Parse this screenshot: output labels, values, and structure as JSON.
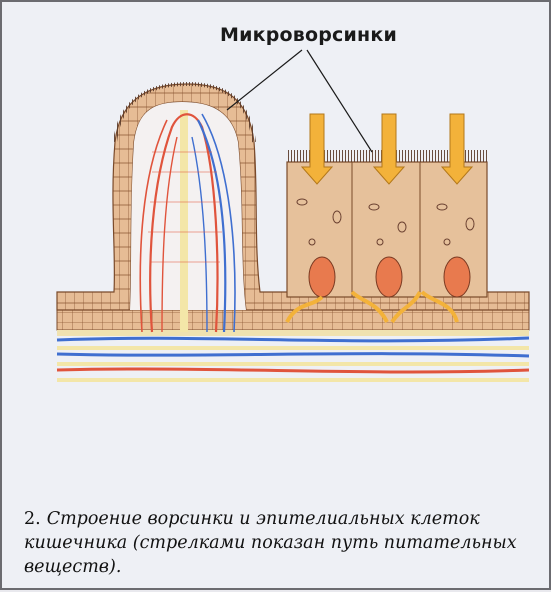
{
  "figure": {
    "label_microvilli": "Микроворсинки",
    "caption_number": "2.",
    "caption_text": "Строение ворсинки и эпителиальных клеток кишечника (стрелками показан путь питательных веществ).",
    "colors": {
      "epithelium": "#e2b48c",
      "epithelium_outline": "#7a4a2a",
      "artery": "#e0543c",
      "vein": "#3f6fd0",
      "lacteal": "#f3e6a8",
      "nucleus": "#e87a4e",
      "arrow": "#f3b23a",
      "frame": "#6b6b70"
    }
  }
}
